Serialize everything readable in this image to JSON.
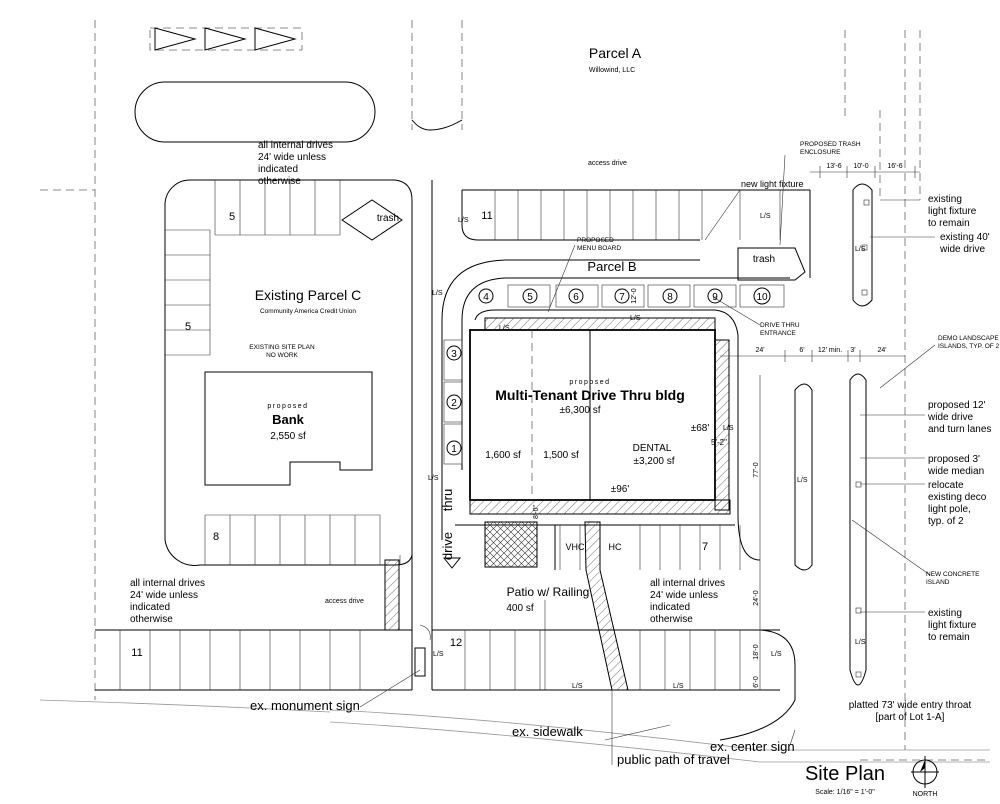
{
  "parcels": {
    "a_title": "Parcel A",
    "a_owner": "Willowind, LLC",
    "b_title": "Parcel B",
    "c_title": "Existing Parcel C",
    "c_owner": "Community America Credit Union",
    "c_note_1": "EXISTING SITE PLAN",
    "c_note_2": "NO WORK"
  },
  "bank": {
    "kicker": "proposed",
    "name": "Bank",
    "area": "2,550 sf"
  },
  "building": {
    "kicker": "proposed",
    "name": "Multi-Tenant Drive Thru bldg",
    "area": "±6,300 sf",
    "tenant_1": "1,600 sf",
    "tenant_2": "1,500  sf",
    "tenant_3_name": "DENTAL",
    "tenant_3_area": "±3,200 sf",
    "dim_depth": "±68'",
    "dim_width": "±96'",
    "dim_small": "5'-2\"",
    "dim_patio_gap": "8'-0\"",
    "vhc": "VHC",
    "hc": "HC"
  },
  "patio": {
    "label": "Patio w/ Railing",
    "area": "400 sf"
  },
  "notes": {
    "internal_top": [
      "all internal drives",
      "24' wide unless",
      "indicated",
      "otherwise"
    ],
    "internal_left": [
      "all internal drives",
      "24' wide unless",
      "indicated",
      "otherwise"
    ],
    "internal_mid": [
      "all internal drives",
      "24' wide unless",
      "indicated",
      "otherwise"
    ],
    "access_top": "access drive",
    "access_bottom": "access drive",
    "trash": "trash",
    "trash_b": "trash",
    "proposed_trash": [
      "PROPOSED TRASH",
      "ENCLOSURE"
    ],
    "new_light": "new light fixture",
    "menu_board": [
      "PROPOSED",
      "MENU BOARD"
    ],
    "drive_thru_entrance": [
      "DRIVE THRU",
      "ENTRANCE"
    ],
    "thru": "thru",
    "drive": "drive"
  },
  "right_notes": {
    "existing_light_1": [
      "existing",
      "light fixture",
      "to remain"
    ],
    "existing_40": [
      "existing 40'",
      "wide drive"
    ],
    "demo_islands": [
      "DEMO LANDSCAPE",
      "ISLANDS, TYP. OF 2"
    ],
    "proposed_12": [
      "proposed 12'",
      "wide drive",
      "and turn lanes"
    ],
    "proposed_3": [
      "proposed 3'",
      "wide median"
    ],
    "relocate": [
      "relocate",
      "existing deco",
      "light pole,",
      "typ. of 2"
    ],
    "new_concrete": [
      "NEW CONCRETE",
      "ISLAND"
    ],
    "existing_light_2": [
      "existing",
      "light fixture",
      "to remain"
    ],
    "platted": [
      "platted 73' wide entry throat",
      "[part of Lot 1-A]"
    ]
  },
  "bottom_labels": {
    "monument": "ex. monument sign",
    "sidewalk": "ex. sidewalk",
    "center_sign": "ex. center sign",
    "public_path": "public path of travel"
  },
  "dims": {
    "top_a": "13'-6",
    "top_b": "10'-0",
    "top_c": "16'-6",
    "row_24a": "24'",
    "row_6": "6'",
    "row_12min": "12' min.",
    "row_3": "3'",
    "row_24b": "24'",
    "v_77": "77'-0",
    "v_24": "24'-0",
    "v_18": "18'-0",
    "v_6": "6'-0",
    "stall_12": "12'-0"
  },
  "stall_counts": {
    "c_top": "5",
    "c_left": "5",
    "c_bottom": "8",
    "b_top": "11",
    "bottom_left": "11",
    "bottom_mid": "12",
    "mid_right": "7"
  },
  "queue_numbers": [
    "1",
    "2",
    "3",
    "4",
    "5",
    "6",
    "7",
    "8",
    "9",
    "10"
  ],
  "landscape_tag": "L/S",
  "title_block": {
    "title": "Site Plan",
    "scale": "Scale: 1/16\" = 1'-0\"",
    "north": "NORTH"
  }
}
